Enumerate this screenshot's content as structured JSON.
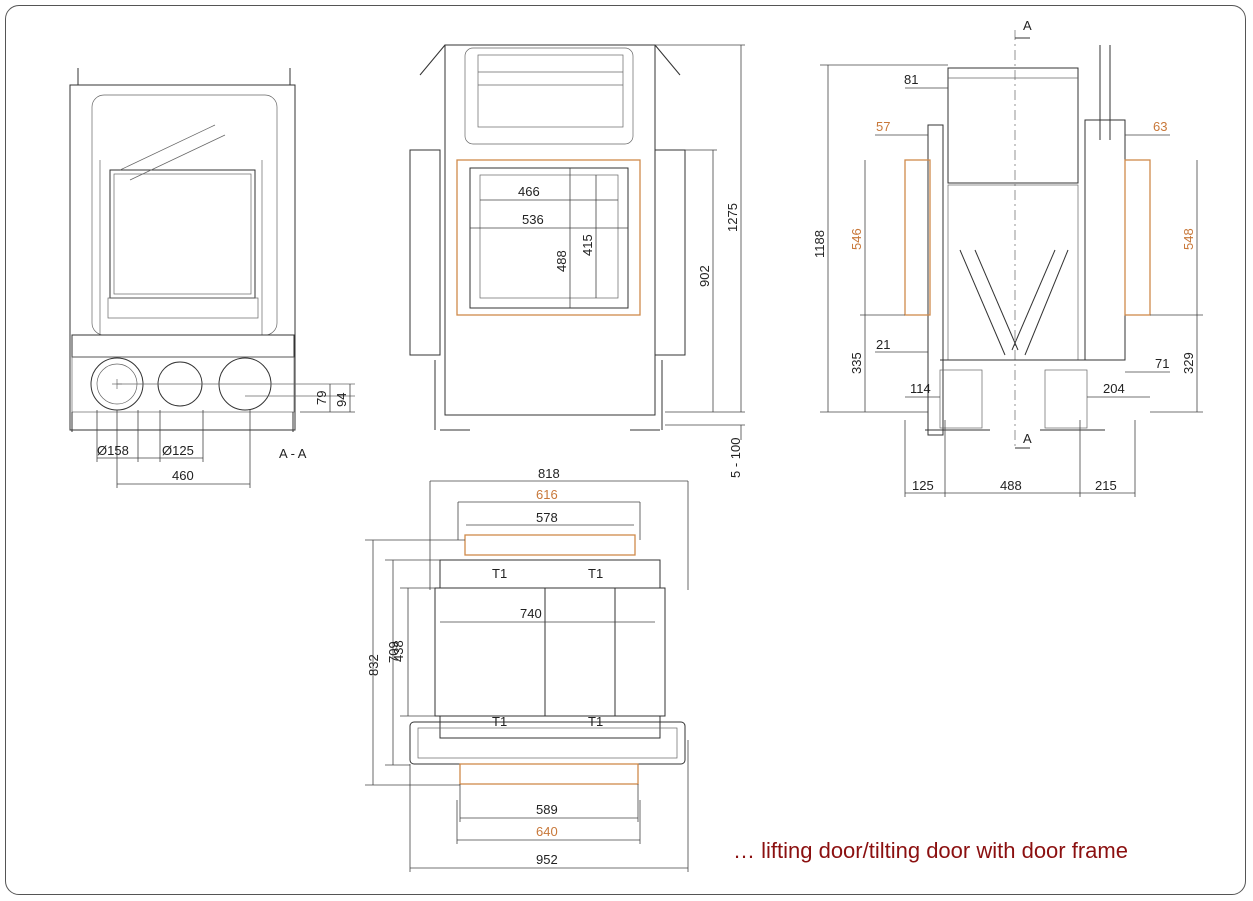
{
  "caption": "… lifting door/tilting door with door frame",
  "colors": {
    "caption": "#8b1010",
    "orange_dims": "#c8783a",
    "lines": "#333333"
  },
  "views": {
    "section_aa": {
      "label": "A - A",
      "dims": {
        "d158": "Ø158",
        "d125": "Ø125",
        "w460": "460",
        "h79": "79",
        "h94": "94"
      }
    },
    "front": {
      "dims": {
        "w466": "466",
        "w536": "536",
        "h488": "488",
        "h415": "415",
        "h902": "902",
        "h1275": "1275",
        "h5_100": "5 - 100"
      }
    },
    "side": {
      "section_marker": "A",
      "dims": {
        "d81": "81",
        "d57": "57",
        "d63": "63",
        "d546": "546",
        "d548": "548",
        "d1188": "1188",
        "d21": "21",
        "d335": "335",
        "d329": "329",
        "d71": "71",
        "d114": "114",
        "d204": "204",
        "d125": "125",
        "d488": "488",
        "d215": "215"
      }
    },
    "top": {
      "t1": "T1",
      "dims": {
        "d818": "818",
        "d616": "616",
        "d578": "578",
        "d740": "740",
        "d832": "832",
        "d709": "709",
        "d438": "438",
        "d589": "589",
        "d640": "640",
        "d952": "952"
      }
    }
  }
}
